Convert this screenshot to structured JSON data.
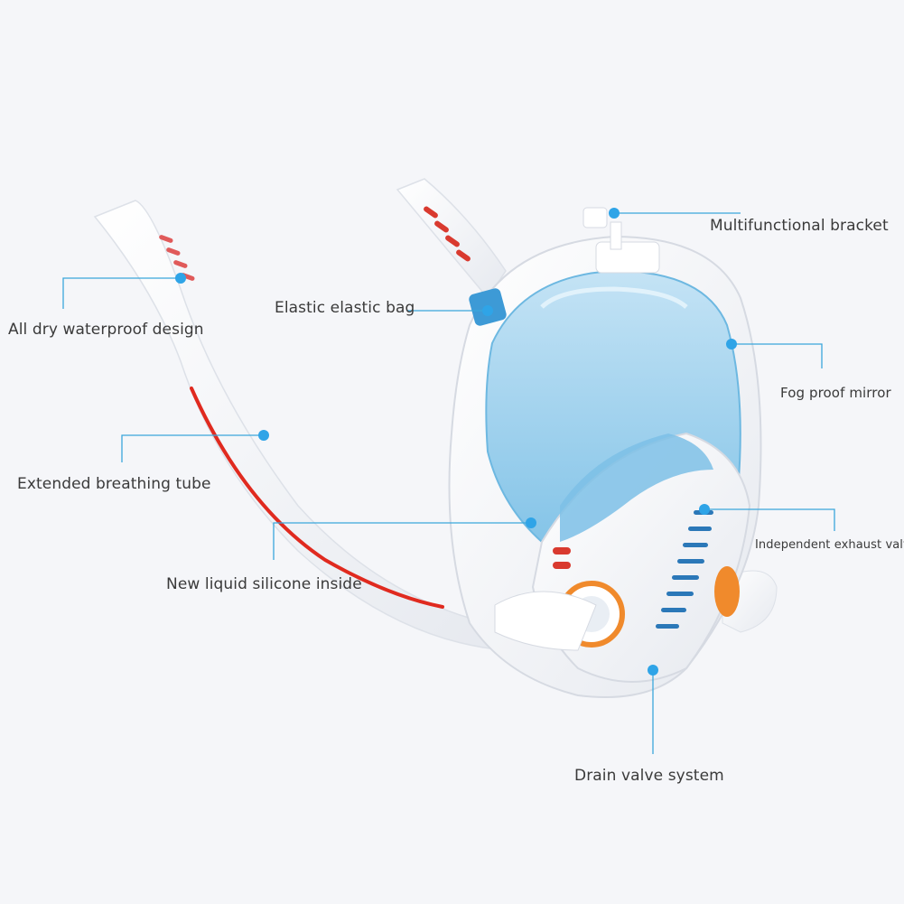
{
  "callouts": {
    "bracket": "Multifunctional bracket",
    "elastic_bag": "Elastic elastic bag",
    "dry_design": "All dry waterproof design",
    "fog_mirror": "Fog proof mirror",
    "breathing_tube": "Extended breathing tube",
    "exhaust_valve": "Independent exhaust valve",
    "silicone": "New liquid silicone inside",
    "drain_valve": "Drain valve system"
  },
  "colors": {
    "background": "#f5f6f9",
    "accent_line": "#3aa7dc",
    "mask_blue": "#8fcbe9",
    "tube_red": "#e02a1f",
    "valve_orange": "#f08a2c"
  }
}
